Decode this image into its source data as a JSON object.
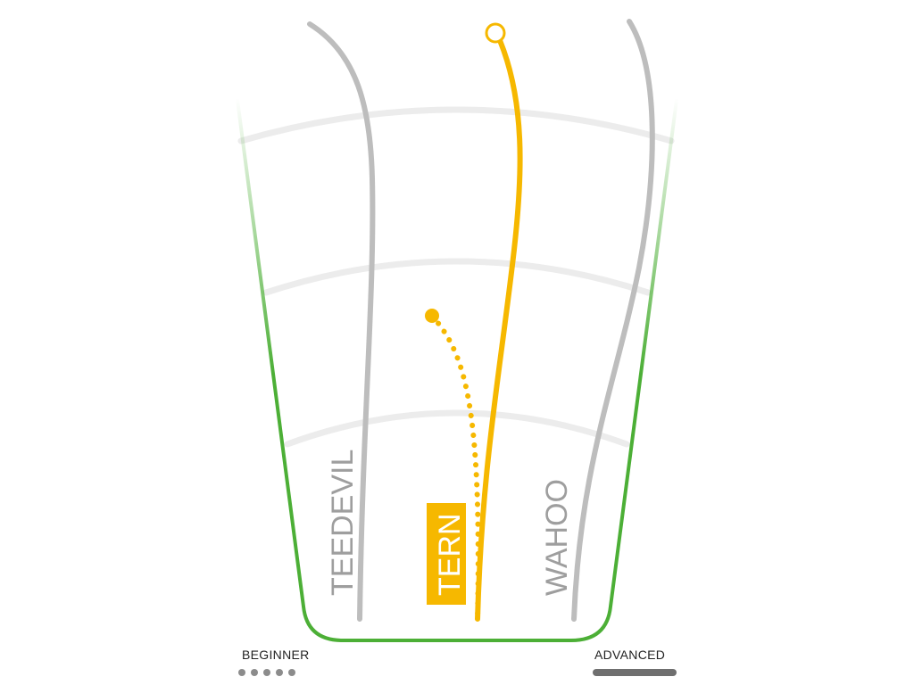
{
  "discs": [
    {
      "name": "TEEDEVIL",
      "color": "#bdbdbd",
      "text_color": "#9e9e9e",
      "highlighted": false
    },
    {
      "name": "TERN",
      "color": "#f6b800",
      "text_color": "#ffffff",
      "highlighted": true
    },
    {
      "name": "WAHOO",
      "color": "#bdbdbd",
      "text_color": "#9e9e9e",
      "highlighted": false
    }
  ],
  "skill_scale": {
    "beginner_label": "BEGINNER",
    "advanced_label": "ADVANCED"
  },
  "colors": {
    "fairway": "#4caf36",
    "distance_arc": "#ececec",
    "flight_gray": "#bdbdbd",
    "flight_highlight": "#f6b800"
  }
}
